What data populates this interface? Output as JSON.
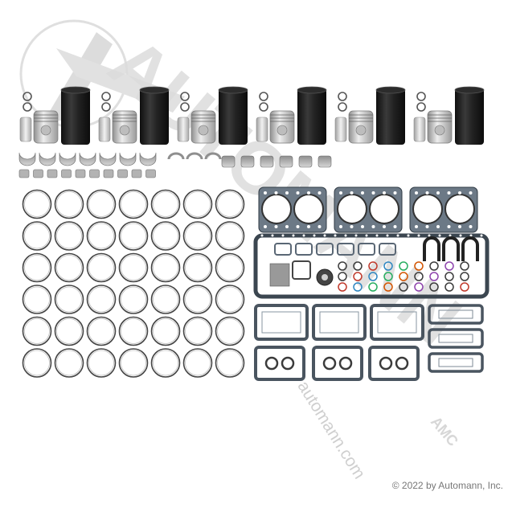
{
  "watermark": {
    "brand": "AUTOMANN",
    "url": "automann.com",
    "mark": "AMC"
  },
  "copyright": "© 2022 by Automann, Inc.",
  "colors": {
    "liner": "#1b1b1b",
    "piston": "#c9c9c9",
    "gasket": "#5a6775",
    "ring": "#444444",
    "watermark": "#d6d6d6"
  }
}
